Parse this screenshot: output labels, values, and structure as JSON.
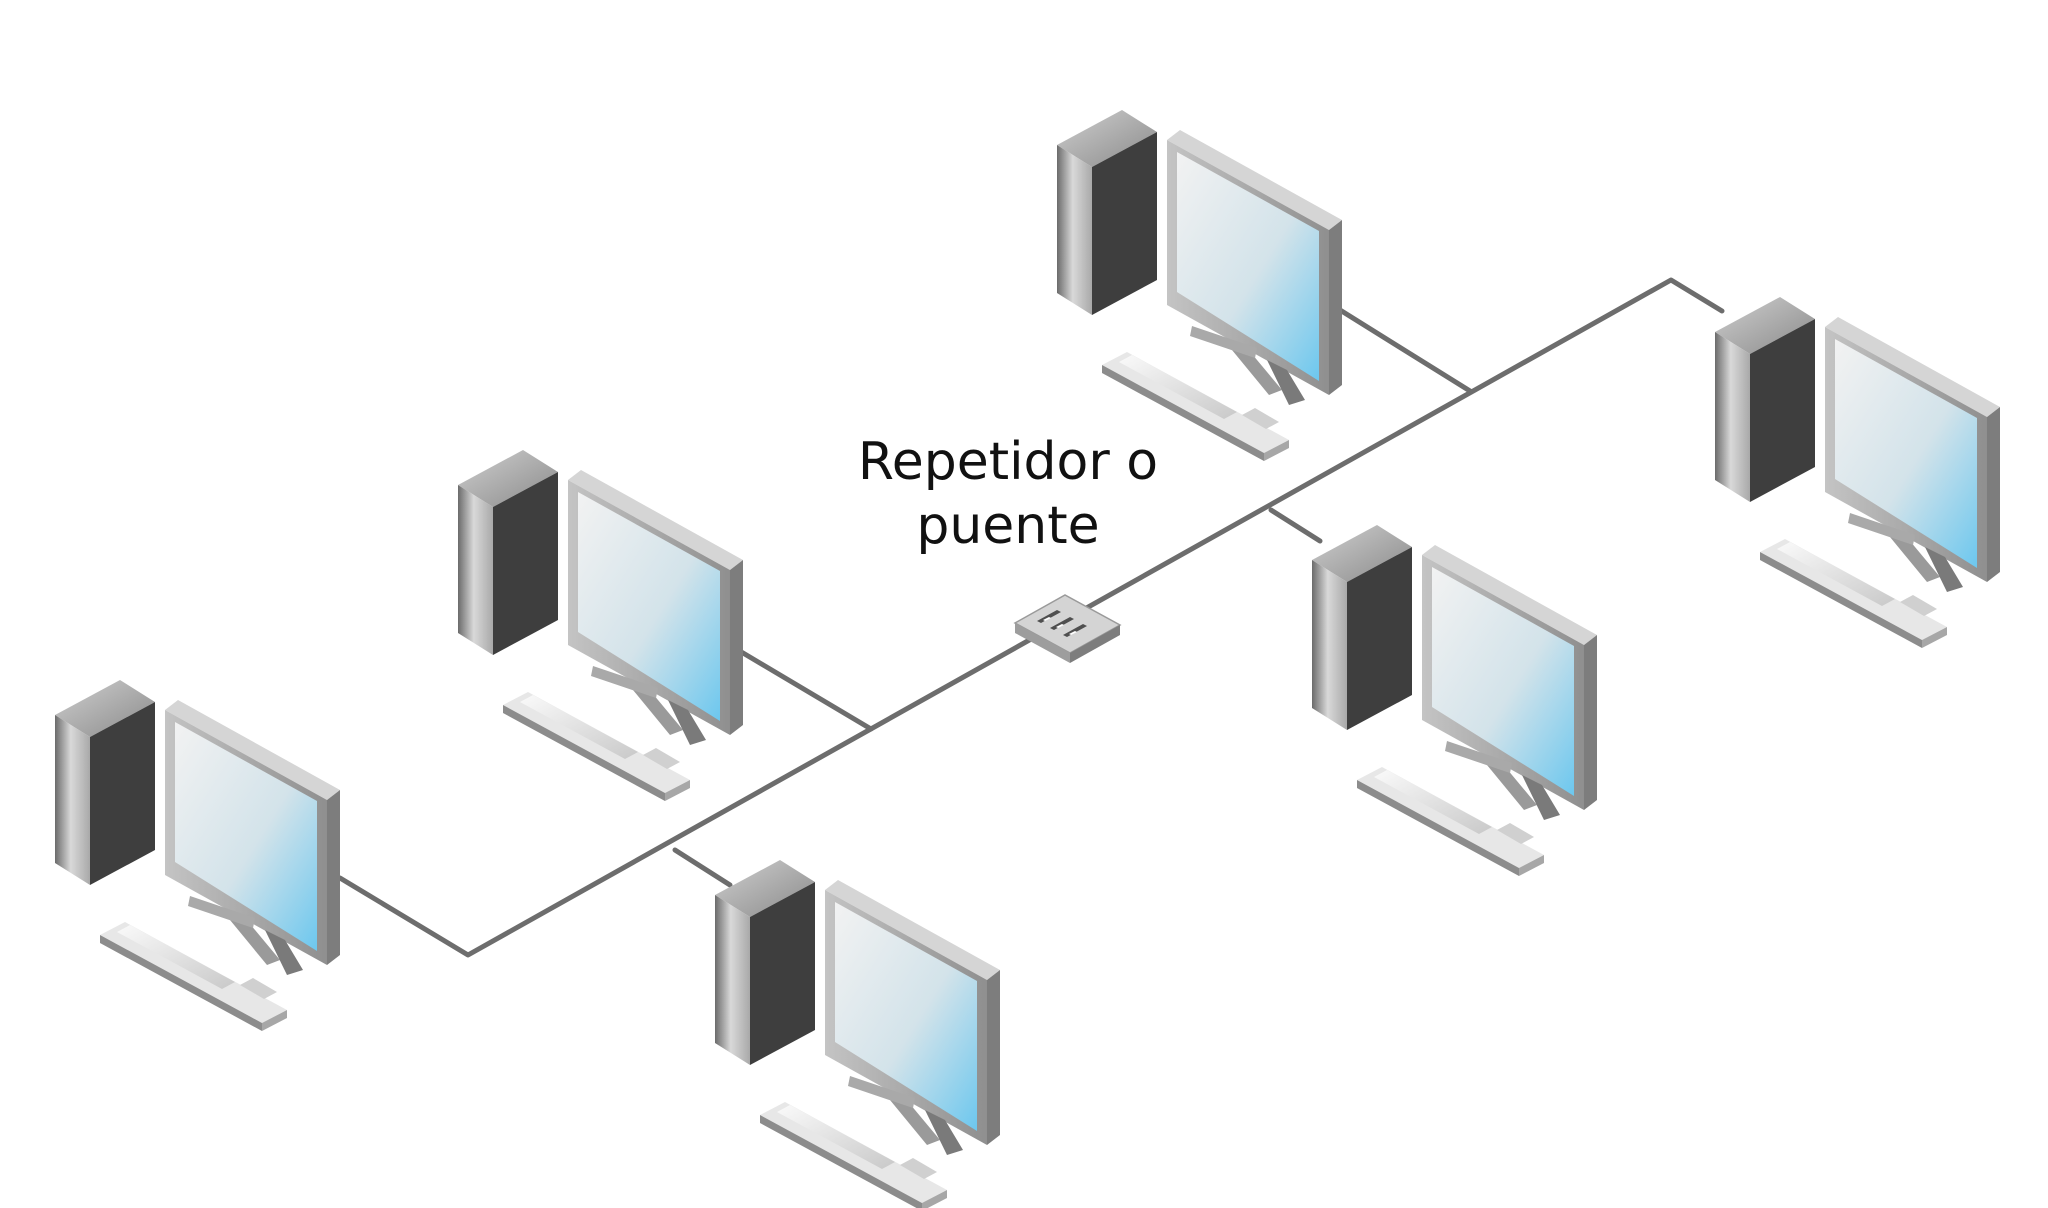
{
  "diagram": {
    "repeater_label_line1": "Repetidor o",
    "repeater_label_line2": "puente",
    "cable_color": "#6d6d6d",
    "screen_color": "#8fd0ee",
    "computer_count": 6
  }
}
